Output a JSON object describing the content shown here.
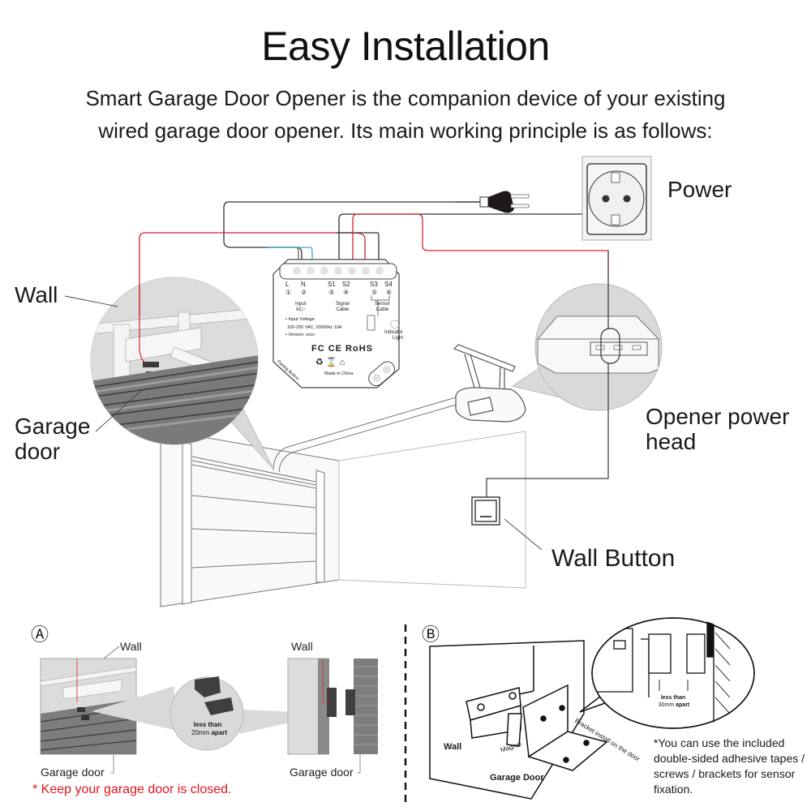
{
  "header": {
    "title": "Easy Installation",
    "subtitle_line1": "Smart Garage Door Opener is the companion device of your existing",
    "subtitle_line2": "wired garage door opener. Its main working principle is as follows:"
  },
  "main_diagram": {
    "labels": {
      "power": "Power",
      "wall": "Wall",
      "garage_door_line1": "Garage",
      "garage_door_line2": "door",
      "opener_line1": "Opener power",
      "opener_line2": "head",
      "wall_button": "Wall Button"
    },
    "module": {
      "terminals": [
        {
          "name": "L",
          "num": "①"
        },
        {
          "name": "N",
          "num": "②"
        },
        {
          "name": "S1",
          "num": "③"
        },
        {
          "name": "S2",
          "num": "④"
        },
        {
          "name": "S3",
          "num": "⑤"
        },
        {
          "name": "S4",
          "num": "⑥"
        }
      ],
      "input_label": "Input\nAC~",
      "signal_label": "Signal\nCable",
      "sensor_label": "Sensor\nCable",
      "indicator_label": "Indicator\nLight",
      "spec_voltage_label": "• Input Voltage:",
      "spec_voltage_value": "100-250 VAC, 50/60Hz 10A",
      "spec_version": "• Version: zxzo",
      "cert_marks": "FC CE RoHS",
      "made_in": "Made in China",
      "pairing_button": "Pairing Button"
    },
    "colors": {
      "wire_red": "#d3232e",
      "wire_black": "#333333",
      "wire_blue": "#3aa7d6",
      "wire_brown": "#8a5a2b",
      "bubble_gray": "#d9d9d9"
    }
  },
  "section_a": {
    "marker": "Ⓐ",
    "wall_label_left": "Wall",
    "wall_label_right": "Wall",
    "garage_door_left": "Garage door",
    "garage_door_right": "Garage door",
    "distance_line1": "less than",
    "distance_line2_num": "20mm",
    "distance_line2_word": "apart",
    "note": "* Keep your garage door is closed."
  },
  "section_b": {
    "marker": "Ⓑ",
    "wall_label": "Wall",
    "magnet_label": "Magnet",
    "garage_door_label": "Garage Door",
    "bracket_label": "Bracket install on the door",
    "distance_line1": "less than",
    "distance_line2_num": "30mm",
    "distance_line2_word": "apart",
    "note_lines": [
      "*You can use the included",
      "double-sided adhesive tapes /",
      "screws / brackets for sensor",
      "fixation."
    ]
  }
}
